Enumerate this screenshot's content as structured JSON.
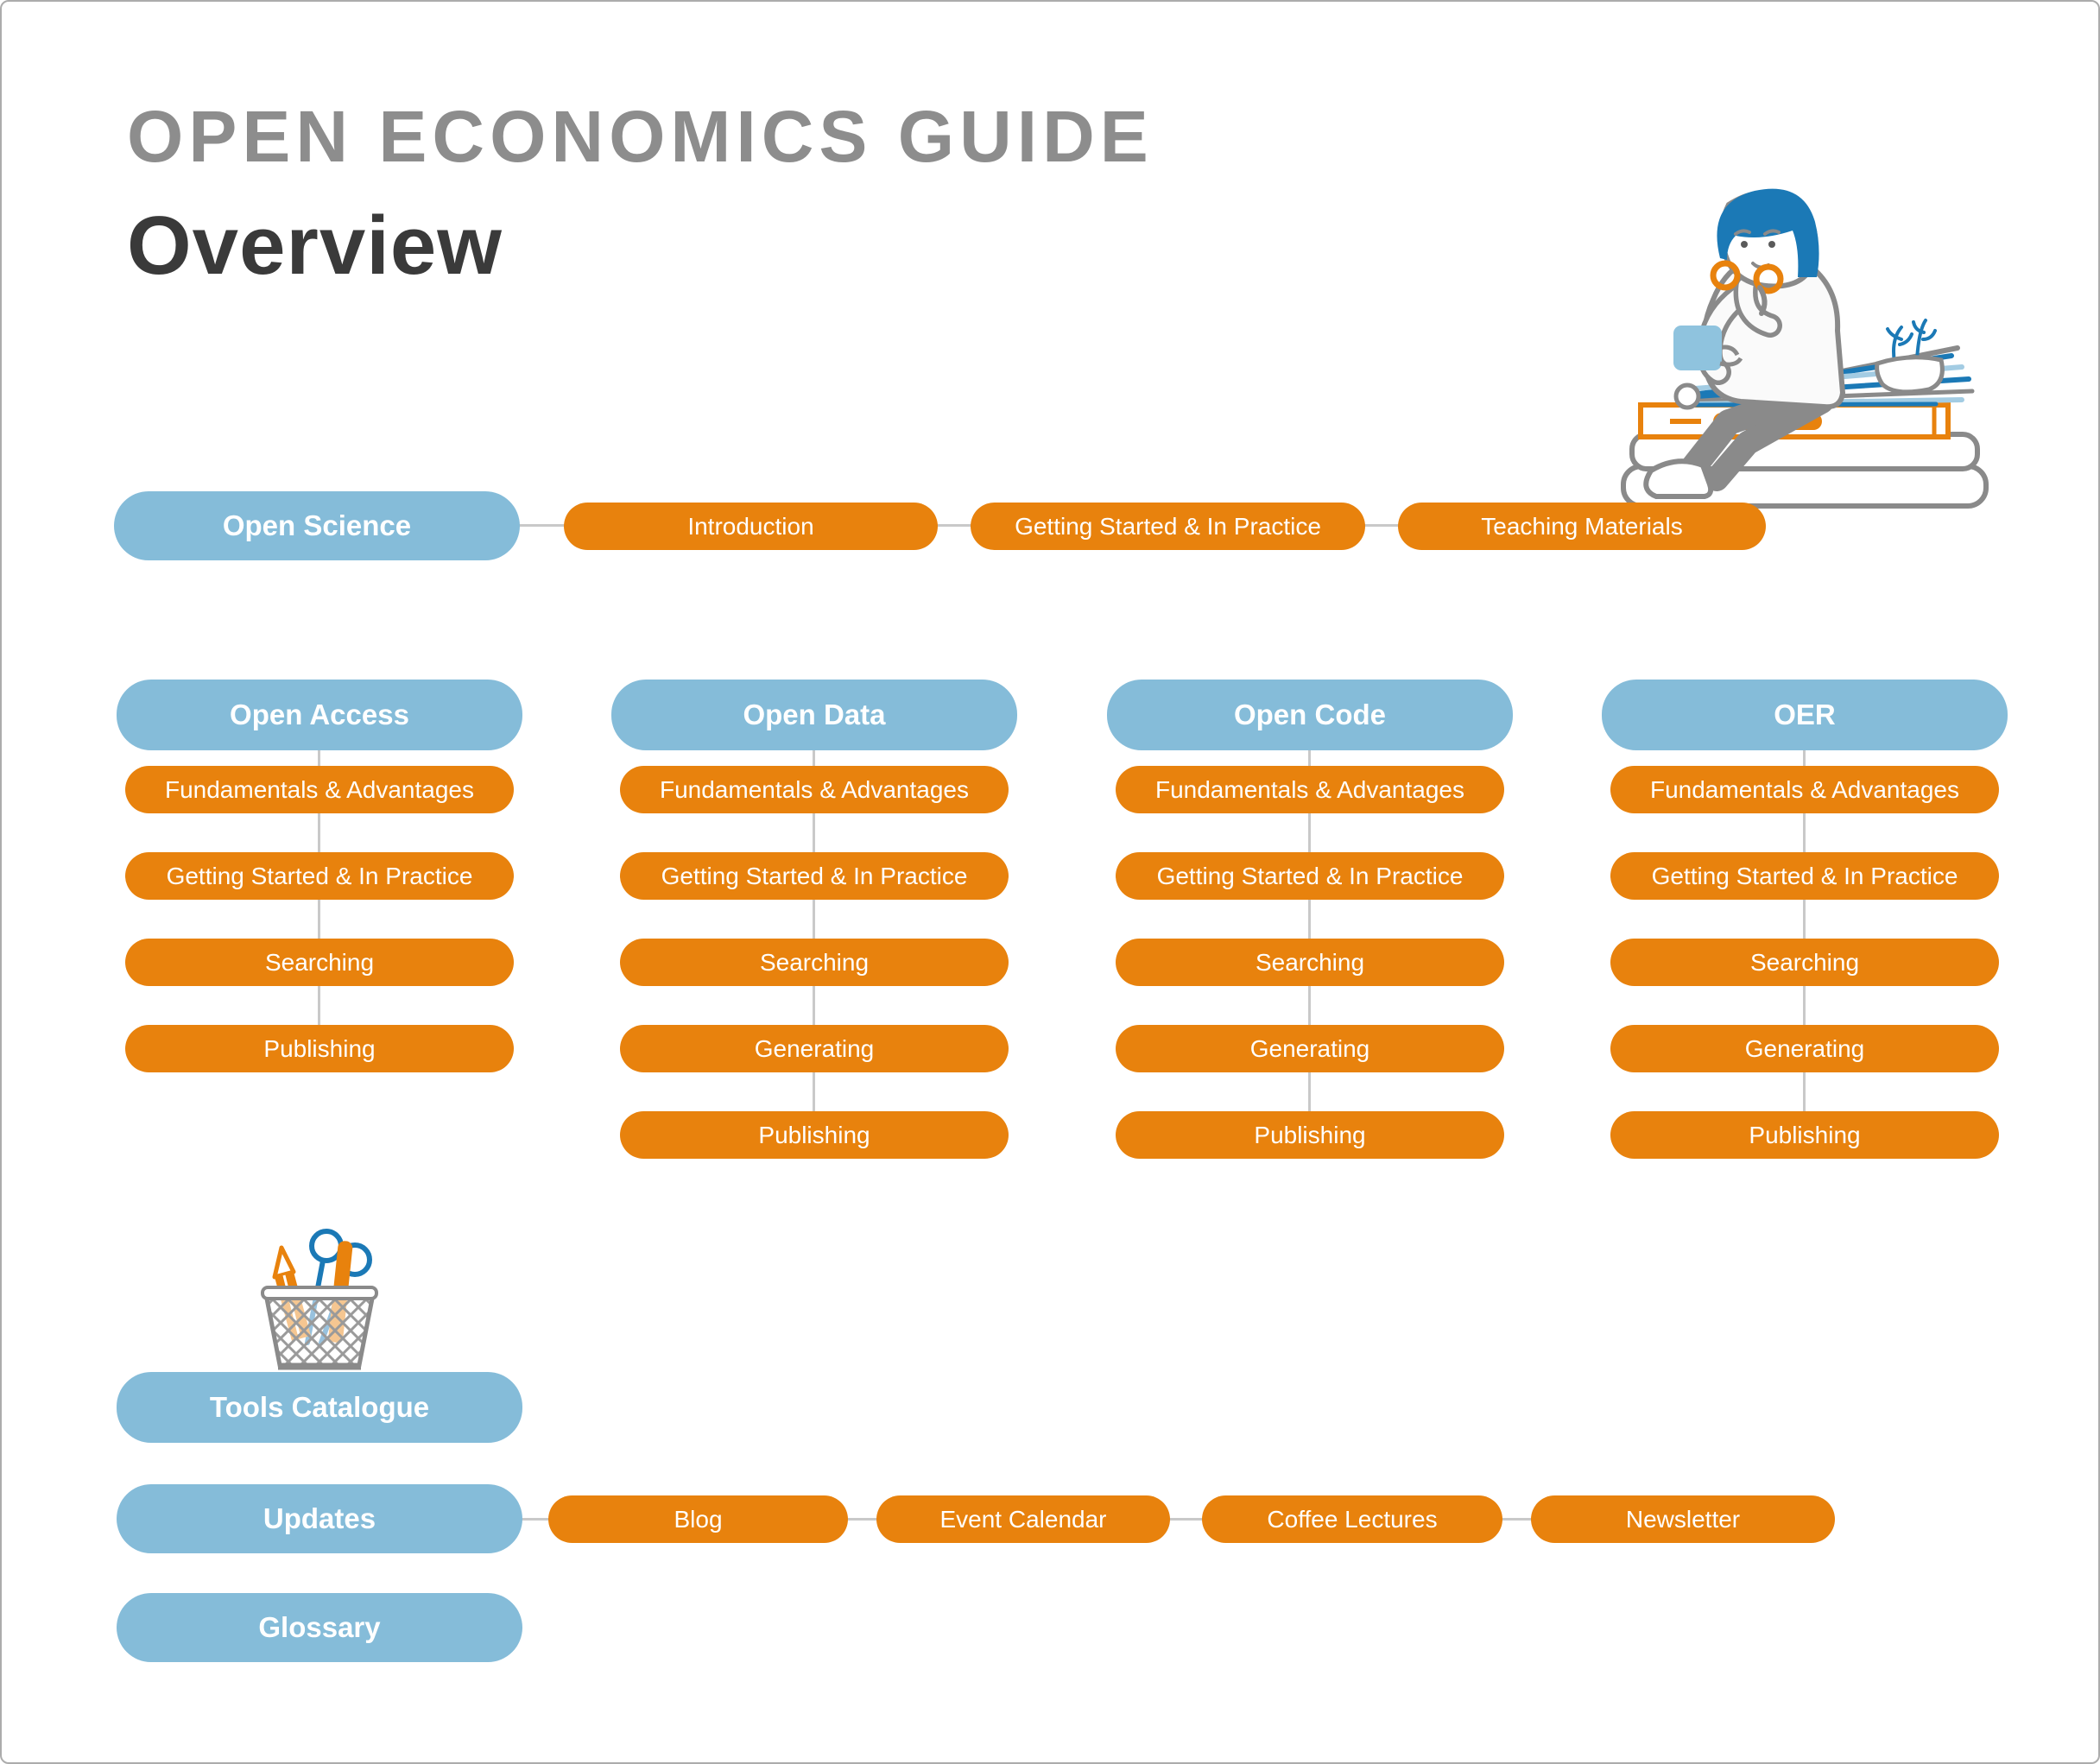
{
  "header": {
    "kicker": "OPEN ECONOMICS GUIDE",
    "title": "Overview"
  },
  "open_science": {
    "label": "Open Science",
    "children": [
      "Introduction",
      "Getting Started & In Practice",
      "Teaching Materials"
    ]
  },
  "columns": [
    {
      "label": "Open Access",
      "items": [
        "Fundamentals & Advantages",
        "Getting Started & In Practice",
        "Searching",
        "Publishing"
      ]
    },
    {
      "label": "Open Data",
      "items": [
        "Fundamentals & Advantages",
        "Getting Started & In Practice",
        "Searching",
        "Generating",
        "Publishing"
      ]
    },
    {
      "label": "Open Code",
      "items": [
        "Fundamentals & Advantages",
        "Getting Started & In Practice",
        "Searching",
        "Generating",
        "Publishing"
      ]
    },
    {
      "label": "OER",
      "items": [
        "Fundamentals & Advantages",
        "Getting Started & In Practice",
        "Searching",
        "Generating",
        "Publishing"
      ]
    }
  ],
  "tools": {
    "label": "Tools Catalogue"
  },
  "updates": {
    "label": "Updates",
    "children": [
      "Blog",
      "Event Calendar",
      "Coffee Lectures",
      "Newsletter"
    ]
  },
  "glossary": {
    "label": "Glossary"
  },
  "icons": {
    "person": "person-reading-on-book-stack-illustration",
    "pencil_cup": "pencil-cup-illustration"
  },
  "colors": {
    "node_blue": "#85BCD9",
    "node_orange": "#E8820D",
    "connector_gray": "#C9C9C9",
    "kicker_gray": "#8D8D8D",
    "title_dark": "#3A3A3A",
    "illustration_blue": "#1B79B6",
    "illustration_light_blue": "#A3CCE3",
    "illustration_gray": "#8A8A8A"
  }
}
